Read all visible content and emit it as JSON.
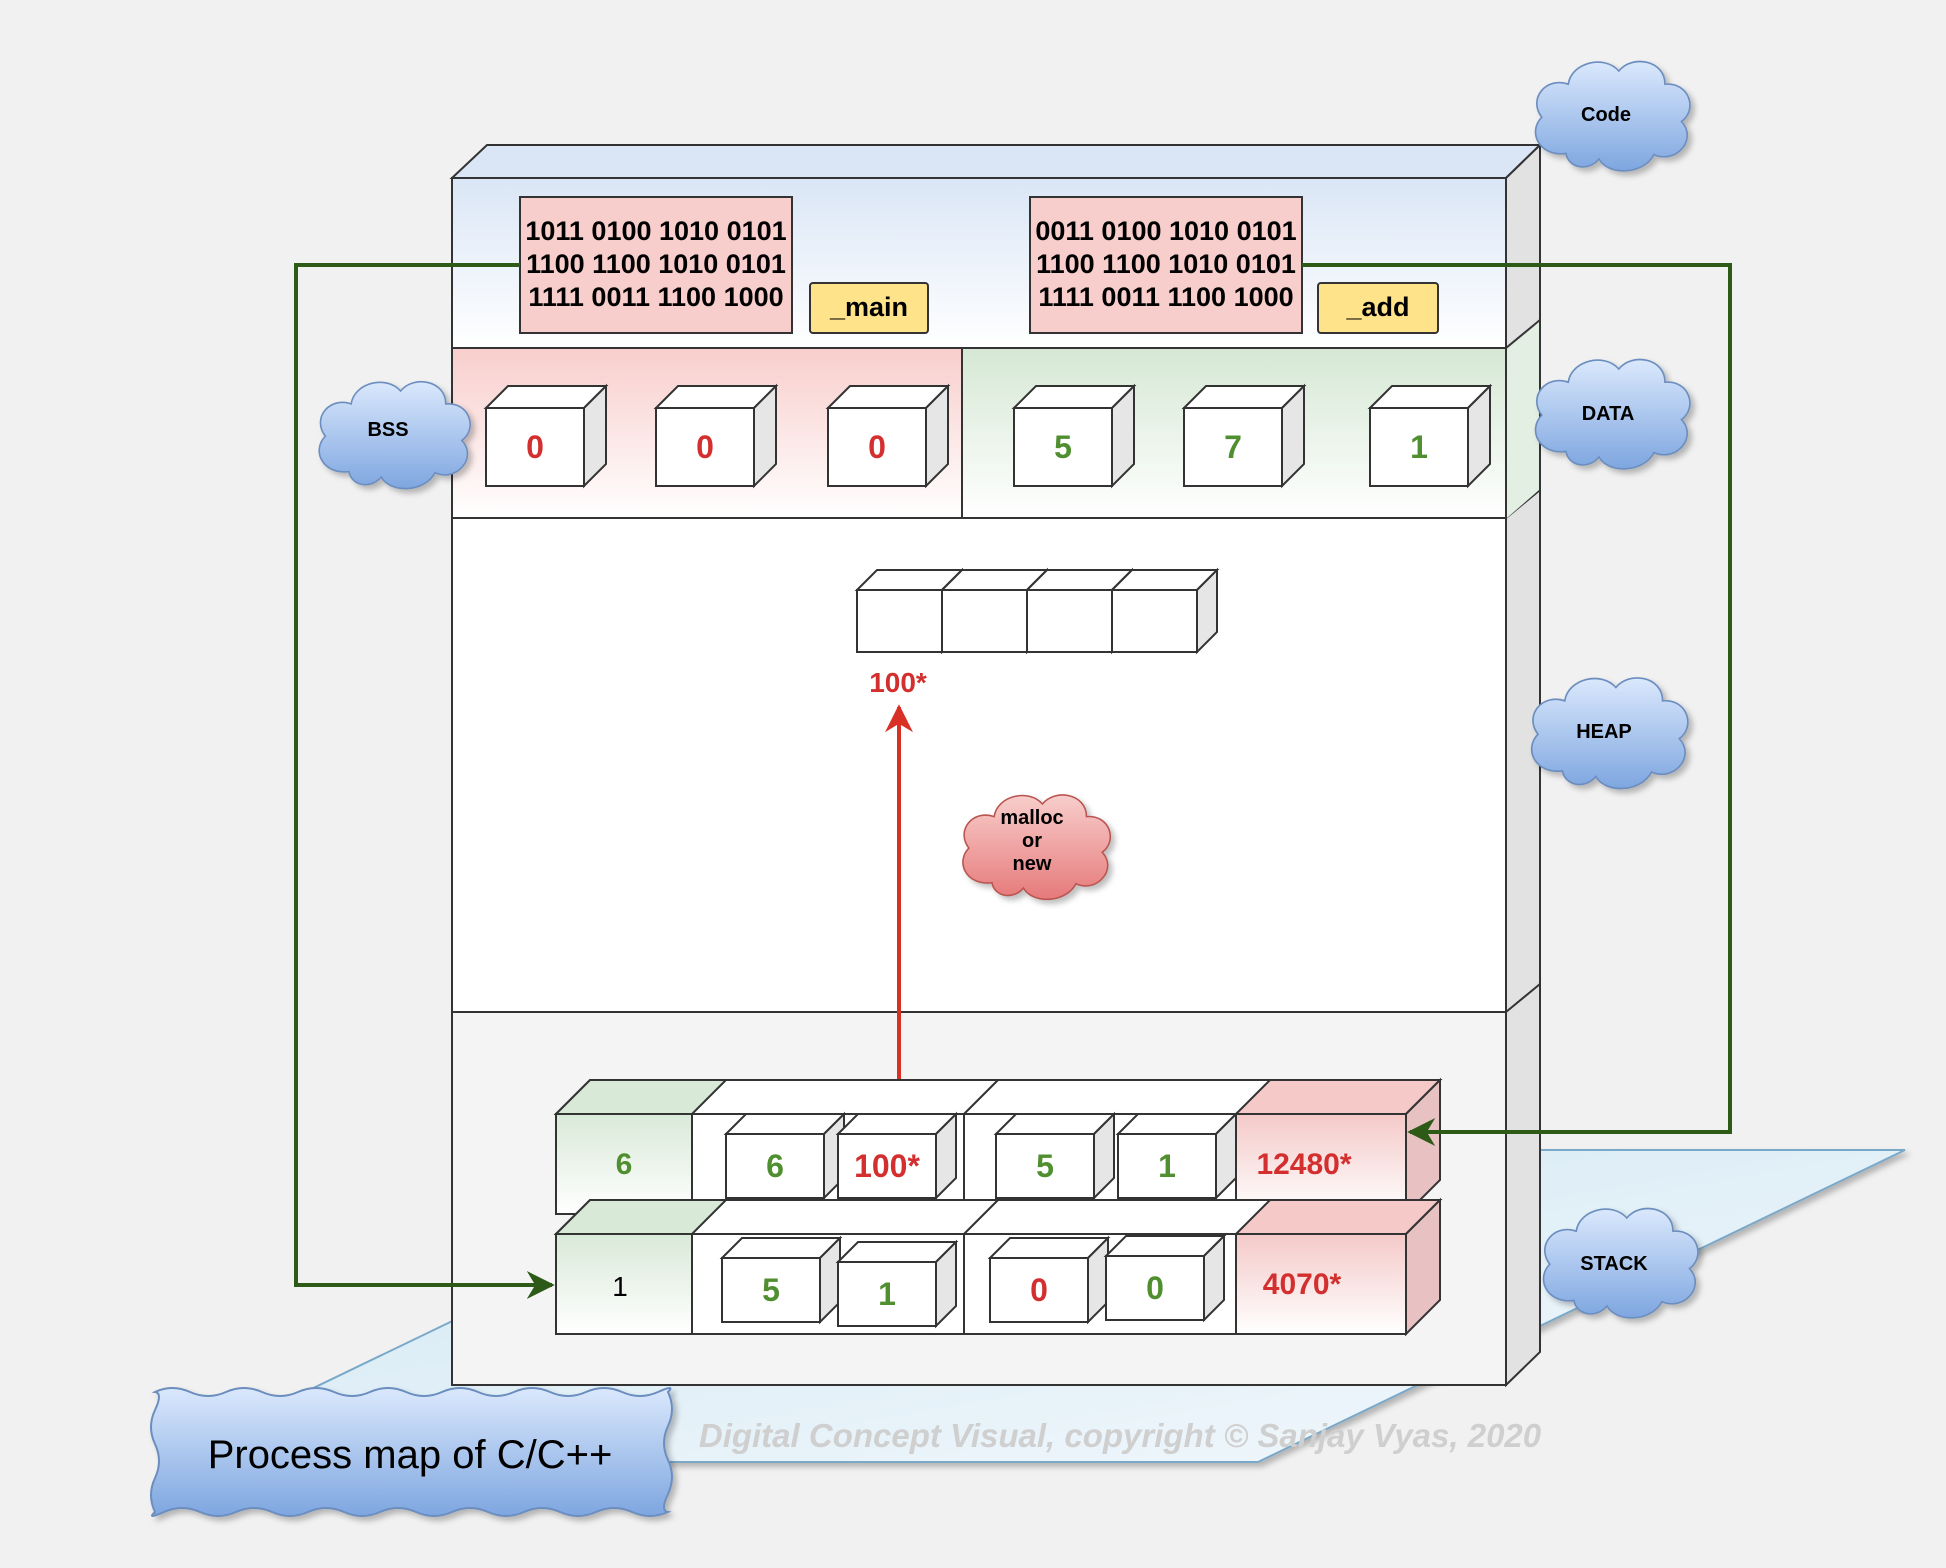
{
  "title": "Process map of C/C++",
  "watermark": "Digital Concept Visual, copyright © Sanjay Vyas, 2020",
  "colors": {
    "green_line": "#2d5a17",
    "red_arrow": "#d93025",
    "value_red": "#d32f2f",
    "value_green": "#4f8f2f",
    "cloud_blue": "#7ea6e0",
    "cloud_red": "#e6797a",
    "label_yellow": "#ffe38a",
    "binary_pink": "#f8cecc"
  },
  "clouds": {
    "code": "Code",
    "bss": "BSS",
    "data": "DATA",
    "heap": "HEAP",
    "stack": "STACK",
    "malloc": [
      "malloc",
      "or",
      "new"
    ]
  },
  "code_segment": {
    "main_binary": [
      "1011 0100 1010 0101",
      "1100 1100 1010 0101",
      "1111 0011 1100 1000"
    ],
    "main_label": "_main",
    "add_binary": [
      "0011 0100 1010 0101",
      "1100 1100 1010 0101",
      "1111 0011 1100 1000"
    ],
    "add_label": "_add"
  },
  "bss_values": [
    "0",
    "0",
    "0"
  ],
  "data_values": [
    "5",
    "7",
    "1"
  ],
  "heap": {
    "block_count": 4,
    "pointer_label": "100*"
  },
  "stack": {
    "frame_top": {
      "first": "6",
      "cells": [
        "6",
        "100*",
        "5",
        "1"
      ],
      "return": "12480*"
    },
    "frame_bottom": {
      "first": "1",
      "cells": [
        "5",
        "1",
        "0",
        "0"
      ],
      "return": "4070*"
    }
  }
}
